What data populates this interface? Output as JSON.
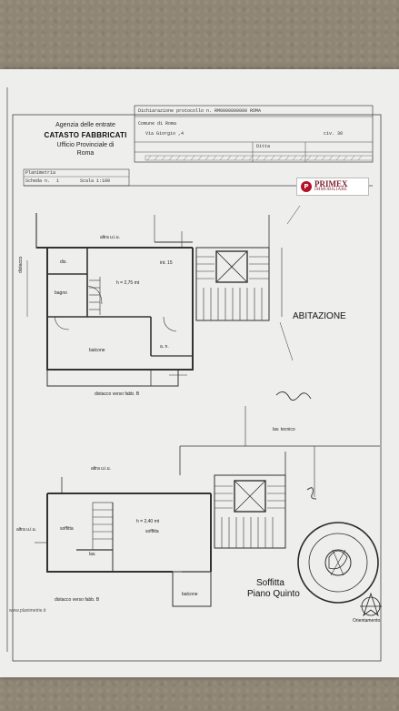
{
  "header": {
    "agency": "Agenzia delle entrate",
    "catasto": "CATASTO FABBRICATI",
    "ufficio": "Ufficio Provinciale di",
    "city": "Roma",
    "dichiarazione": "Dichiarazione protocollo n. RM0000000000 ROMA",
    "comune_line": "Comune di Roma",
    "via_line": "Via Giorgio ,4",
    "civ": "civ. 30",
    "ditta": "Ditta",
    "planimetria": "Planimetria",
    "scheda_label": "Scheda n.",
    "scheda_value": "1",
    "scala": "Scala 1:100"
  },
  "brand": {
    "name": "PRIMEX",
    "subtitle": "IMMOBILIARE",
    "mark": "P"
  },
  "upper_plan": {
    "altra_uiu": "altra u.i.u.",
    "dis": "dis.",
    "bagno": "bagno",
    "height": "h = 2,75 mt",
    "interno": "int. 15",
    "balcone": "balcone",
    "an": "a. n.",
    "distacco": "distacco verso fabb. B",
    "side_label": "distacco",
    "abitazione": "ABITAZIONE"
  },
  "lower_plan": {
    "lav_tecnico": "lav. tecnico",
    "altra_uiu_top": "altra u.i.u.",
    "altra_uiu_left": "altra u.i.u.",
    "soffitta_left": "soffitta",
    "height": "h = 2,40 mt",
    "soffitta_center": "soffitta",
    "lav": "lav.",
    "balcone": "balcone",
    "distacco": "distacco verso fabb. B",
    "soffitta_title": "Soffitta",
    "piano": "Piano Quinto",
    "orientamento": "Orientamento",
    "watermark": "www.planimetrie.it"
  }
}
